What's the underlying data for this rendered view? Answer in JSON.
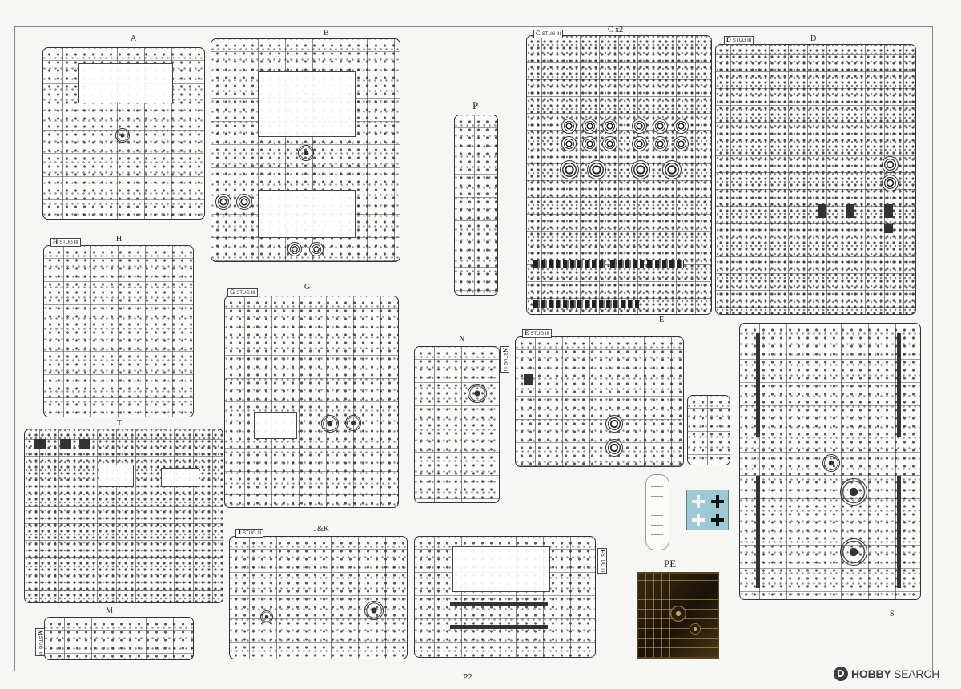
{
  "page": {
    "number": "P2",
    "watermark": {
      "icon": "hobby-search-logo-icon",
      "brand_bold": "HOBBY",
      "brand_light": "SEARCH"
    }
  },
  "sprue_labels": {
    "A": "A",
    "B": "B",
    "C": "C x2",
    "D": "D",
    "E": "E",
    "G": "G",
    "H": "H",
    "J": "J&K",
    "M": "M",
    "N": "N",
    "P": "P",
    "PE": "PE",
    "S": "S",
    "T": "T"
  },
  "sprue_tags": {
    "C": {
      "letter": "C",
      "text": "STUG III"
    },
    "D": {
      "letter": "D",
      "text": "STUG III"
    },
    "E": {
      "letter": "E",
      "text": "STUG III"
    },
    "G": {
      "letter": "G",
      "text": "STUG III"
    },
    "H": {
      "letter": "H",
      "text": "STUG III"
    },
    "J": {
      "letter": "J",
      "text": "STUG III"
    },
    "M": {
      "letter": "M",
      "text": "STUG III"
    },
    "N": {
      "letter": "N",
      "text": "STUG III"
    },
    "F": {
      "letter": "F",
      "text": "STUG III"
    }
  },
  "decals": {
    "marking_icon": "balkenkreuz-icon",
    "count": 4,
    "sheet_color": "#9ccad4"
  },
  "colors": {
    "background": "#f6f6f4",
    "line": "#333333",
    "photo_etch": "#2a1e0c"
  }
}
